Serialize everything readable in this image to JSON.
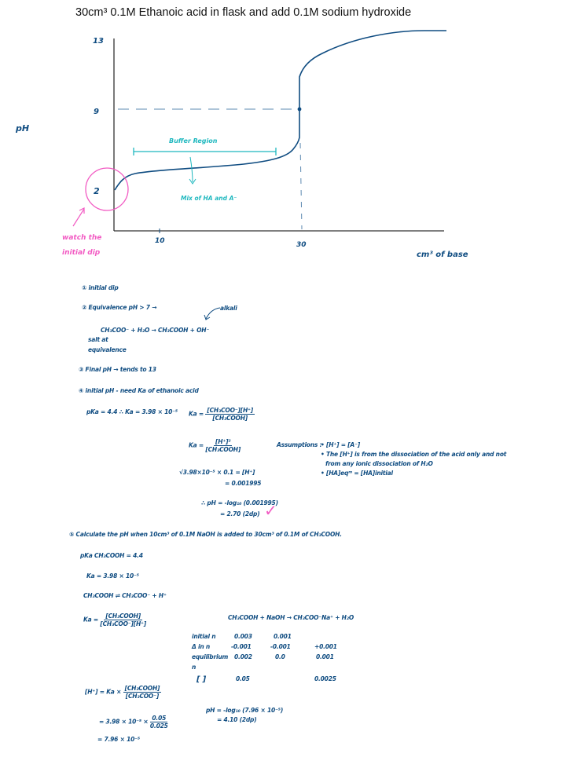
{
  "title": "30cm³ 0.1M Ethanoic acid in flask and add 0.1M sodium hydroxide",
  "chart_data": {
    "type": "line",
    "title": "30cm³ 0.1M Ethanoic acid in flask and add 0.1M sodium hydroxide",
    "xlabel": "cm³ of base",
    "ylabel": "pH",
    "x_ticks": [
      "10",
      "30"
    ],
    "y_ticks": [
      "2",
      "9",
      "13"
    ],
    "ylim": [
      0,
      13
    ],
    "x": [
      0,
      2,
      5,
      10,
      20,
      28,
      29.5,
      30,
      30,
      32,
      38,
      45,
      55
    ],
    "values": [
      2.9,
      3.5,
      4.2,
      4.4,
      4.7,
      5.2,
      6.0,
      6.6,
      10.2,
      11.0,
      12.0,
      12.7,
      13.0
    ],
    "annotations": {
      "equivalence_point": {
        "x": 30,
        "y": 9
      },
      "buffer_region_label": "Buffer Region",
      "buffer_note": "Mix of HA and A⁻",
      "initial_dip_note": "watch the initial dip"
    },
    "grid": false
  },
  "graph": {
    "y_label": "pH",
    "x_label": "cm³ of base",
    "y_tick_13": "13",
    "y_tick_9": "9",
    "y_tick_2": "2",
    "x_tick_10": "10",
    "x_tick_30": "30",
    "buffer_region": "Buffer Region",
    "buffer_mix": "Mix of HA and A⁻",
    "dip_note_line1": "watch the",
    "dip_note_line2": "initial dip"
  },
  "notes": {
    "n1": "① initial dip",
    "n2": "② Equivalence pH > 7 →",
    "n2_annot": "alkali",
    "n2_eq": "CH₃COO⁻  +  H₂O  →  CH₃COOH  +  OH⁻",
    "n2_sub1": "salt at",
    "n2_sub2": "equivalence",
    "n3": "③ Final pH → tends to 13",
    "n4": "④ initial pH - need Ka of ethanoic acid",
    "pka_line": "pKa = 4.4    ∴ Ka = 3.98 × 10⁻⁵",
    "ka_lhs": "Ka =",
    "ka_num": "[CH₃COO⁻][H⁺]",
    "ka_den": "[CH₃COOH]",
    "ka2_lhs": "Ka =",
    "ka2_num": "[H⁺]²",
    "ka2_den": "[CH₃COOH]",
    "sqrt_line": "√3.98×10⁻⁵ × 0.1  = [H⁺]",
    "sqrt_result": "= 0.001995",
    "ph_calc": "∴  pH = -log₁₀ (0.001995)",
    "ph_result": "= 2.70 (2dp)",
    "tick": "✓",
    "assumptions_label": "Assumptions :",
    "assump1": "• [H⁺] = [A⁻]",
    "assump2": "• The [H⁺] is from the dissociation of the acid only and not",
    "assump2b": "from any ionic dissociation of H₂O",
    "assump3": "• [HA]eqᵐ = [HA]initial",
    "n5": "⑤ Calculate the pH when 10cm³ of 0.1M NaOH is added to 30cm³ of 0.1M of CH₃COOH.",
    "pka2": "pKa CH₃COOH = 4.4",
    "ka_val": "Ka = 3.98 × 10⁻⁵",
    "dissoc": "CH₃COOH ⇌ CH₃COO⁻ + H⁺",
    "ka3_lhs": "Ka =",
    "ka3_num": "[CH₃COOH]",
    "ka3_den": "[CH₃COO⁻][H⁺]",
    "reaction": "CH₃COOH   +   NaOH   →   CH₃COO⁻Na⁺   +   H₂O",
    "table": {
      "rows": [
        {
          "label": "initial n",
          "c1": "0.003",
          "c2": "0.001",
          "c3": ""
        },
        {
          "label": "Δ in n",
          "c1": "-0.001",
          "c2": "-0.001",
          "c3": "+0.001"
        },
        {
          "label": "equilibrium",
          "c1": "0.002",
          "c2": "0.0",
          "c3": "0.001"
        },
        {
          "label": "n",
          "c1": "",
          "c2": "",
          "c3": ""
        },
        {
          "label": "[ ]",
          "c1": "0.05",
          "c2": "",
          "c3": "0.0025"
        }
      ]
    },
    "h_lhs": "[H⁺] = Ka ×",
    "h_num": "[CH₃COOH]",
    "h_den": "[CH₃COO⁻]",
    "h_line2": "= 3.98 × 10⁻⁵ ×",
    "h_line2_num": "0.05",
    "h_line2_den": "0.025",
    "h_line3": "= 7.96 × 10⁻⁵",
    "ph2_calc": "pH = -log₁₀ (7.96 × 10⁻⁵)",
    "ph2_result": "= 4.10 (2dp)"
  }
}
